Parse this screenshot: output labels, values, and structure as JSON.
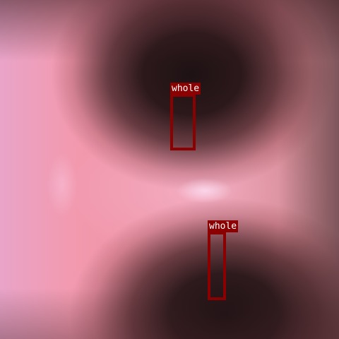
{
  "image": {
    "description_type": "endoscopic-tissue-photo",
    "colors": {
      "tissue": "#ef8f9f",
      "cavity": "#2a181a",
      "box": "#8b0000",
      "label_text": "#ffffff"
    }
  },
  "detections": [
    {
      "label": "whole"
    },
    {
      "label": "whole"
    }
  ]
}
